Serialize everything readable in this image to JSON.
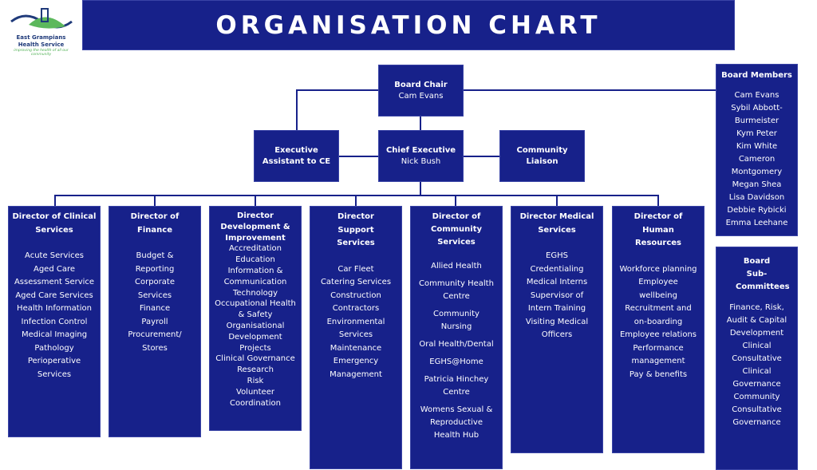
{
  "logo": {
    "name_line1": "East Grampians",
    "name_line2": "Health Service",
    "tagline": "improving the health of all our community"
  },
  "title": "ORGANISATION CHART",
  "board_chair": {
    "role": "Board Chair",
    "name": "Cam Evans"
  },
  "exec_assistant": {
    "role": "Executive Assistant to CE"
  },
  "chief_executive": {
    "role": "Chief Executive",
    "name": "Nick Bush"
  },
  "community_liaison": {
    "role": "Community Liaison"
  },
  "board_members": {
    "heading": "Board Members",
    "items": [
      "Cam Evans",
      "Sybil Abbott-Burmeister",
      "Kym Peter",
      "Kim White",
      "Cameron Montgomery",
      "Megan Shea",
      "Lisa Davidson",
      "Debbie Rybicki",
      "Emma Leehane"
    ]
  },
  "sub_committees": {
    "heading": "Board Sub-Committees",
    "items": [
      "Finance, Risk, Audit & Capital Development",
      "Clinical Consultative",
      "Clinical Governance",
      "Community Consultative Governance"
    ]
  },
  "directors": [
    {
      "heading": "Director of Clinical Services",
      "items": [
        "Acute Services",
        "Aged Care Assessment Service",
        "Aged Care Services",
        "Health Information",
        "Infection Control",
        "Medical Imaging",
        "Pathology",
        "Perioperative Services"
      ]
    },
    {
      "heading": "Director of Finance",
      "items": [
        "Budget & Reporting",
        "Corporate Services",
        "Finance",
        "Payroll",
        "Procurement/ Stores"
      ]
    },
    {
      "heading": "Director Development & Improvement",
      "items": [
        "Accreditation",
        "Education",
        "Information & Communication Technology",
        "Occupational Health & Safety",
        "Organisational Development Projects",
        "Clinical Governance",
        "Research",
        "Risk",
        "Volunteer Coordination"
      ]
    },
    {
      "heading": "Director Support Services",
      "items": [
        "Car Fleet",
        "Catering Services",
        "Construction",
        "Contractors",
        "Environmental Services",
        "Maintenance",
        "Emergency Management"
      ]
    },
    {
      "heading": "Director of Community Services",
      "items": [
        "Allied Health",
        "Community Health Centre",
        "Community Nursing",
        "Oral Health/Dental",
        "EGHS@Home",
        "Patricia Hinchey Centre",
        "Womens Sexual & Reproductive Health Hub"
      ]
    },
    {
      "heading": "Director Medical Services",
      "items": [
        "EGHS Credentialing",
        "Medical Interns",
        "Supervisor of Intern Training",
        "Visiting Medical Officers"
      ]
    },
    {
      "heading": "Director of Human Resources",
      "items": [
        "Workforce planning",
        "Employee wellbeing",
        "Recruitment and on-boarding",
        "Employee relations",
        "Performance management",
        "Pay & benefits"
      ]
    }
  ]
}
